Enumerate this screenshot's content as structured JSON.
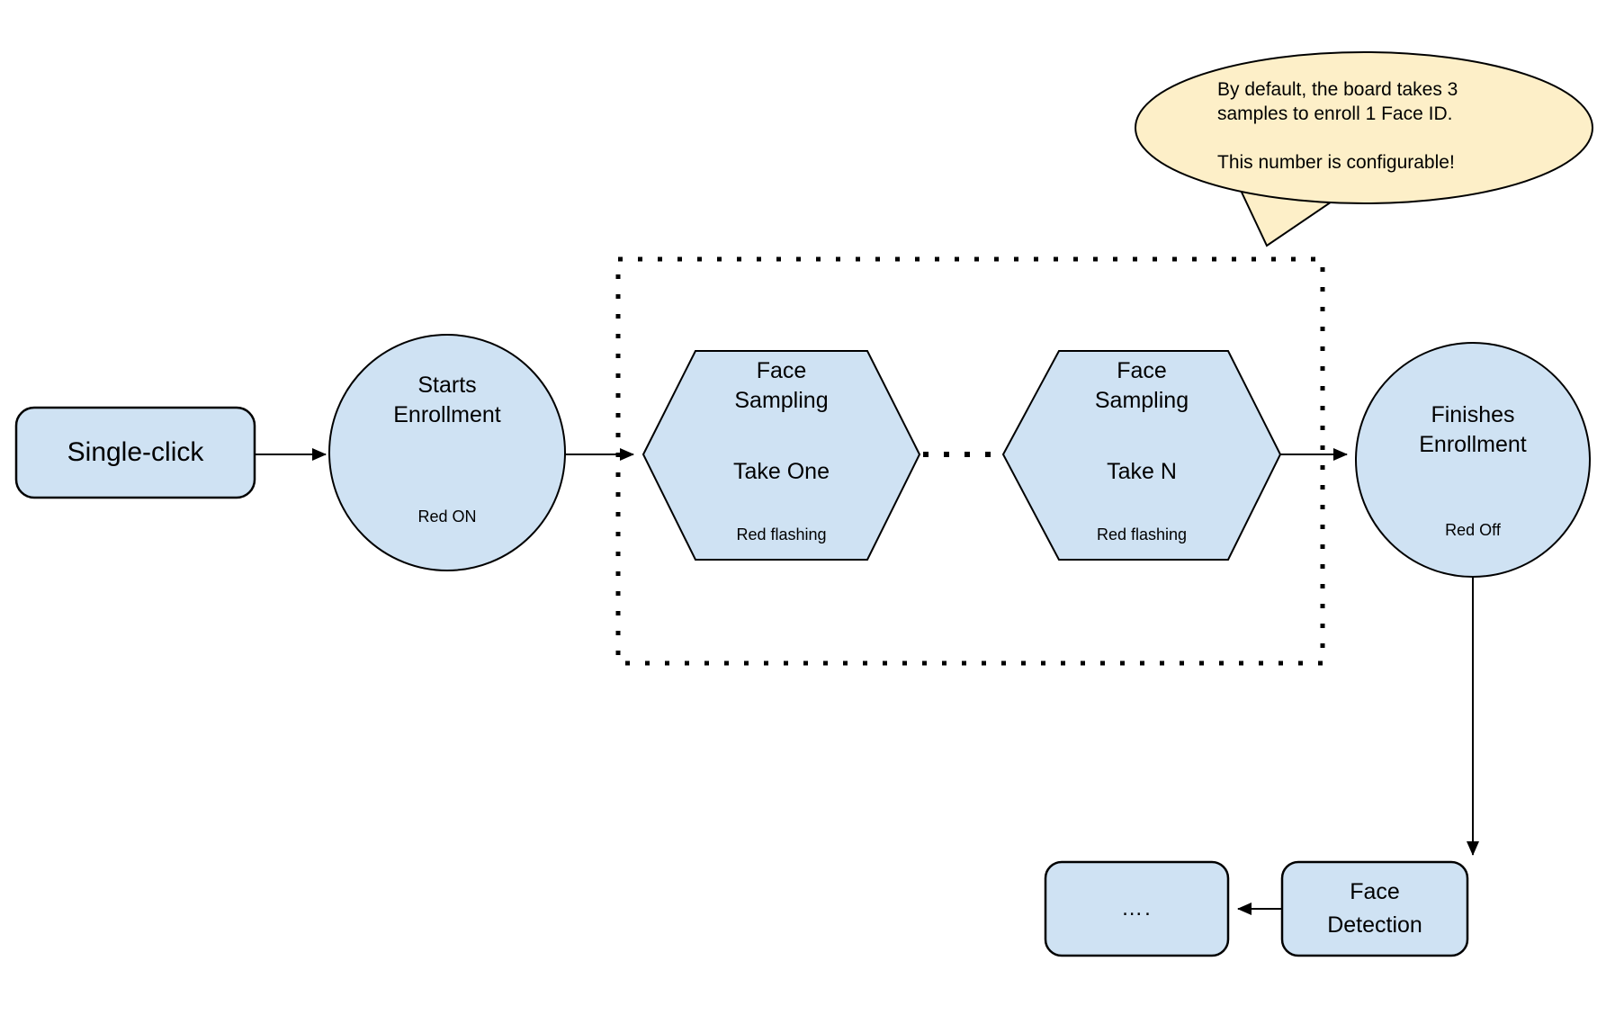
{
  "colors": {
    "node_fill": "#cfe2f3",
    "node_stroke": "#000000",
    "callout_fill": "#fdefc8",
    "line_color": "#000000",
    "background": "#ffffff"
  },
  "callout": {
    "line1": "By default, the board takes 3",
    "line2": "samples to enroll 1 Face ID.",
    "line3": "This number is configurable!"
  },
  "nodes": {
    "single_click": {
      "label": "Single-click"
    },
    "starts_enrollment": {
      "line1": "Starts",
      "line2": "Enrollment",
      "status": "Red ON"
    },
    "face_sampling_one": {
      "line1": "Face",
      "line2": "Sampling",
      "line3": "Take One",
      "status": "Red flashing"
    },
    "face_sampling_n": {
      "line1": "Face",
      "line2": "Sampling",
      "line3": "Take N",
      "status": "Red flashing"
    },
    "finishes_enrollment": {
      "line1": "Finishes",
      "line2": "Enrollment",
      "status": "Red Off"
    },
    "face_detection": {
      "line1": "Face",
      "line2": "Detection"
    },
    "continuation": {
      "label": "…."
    }
  }
}
